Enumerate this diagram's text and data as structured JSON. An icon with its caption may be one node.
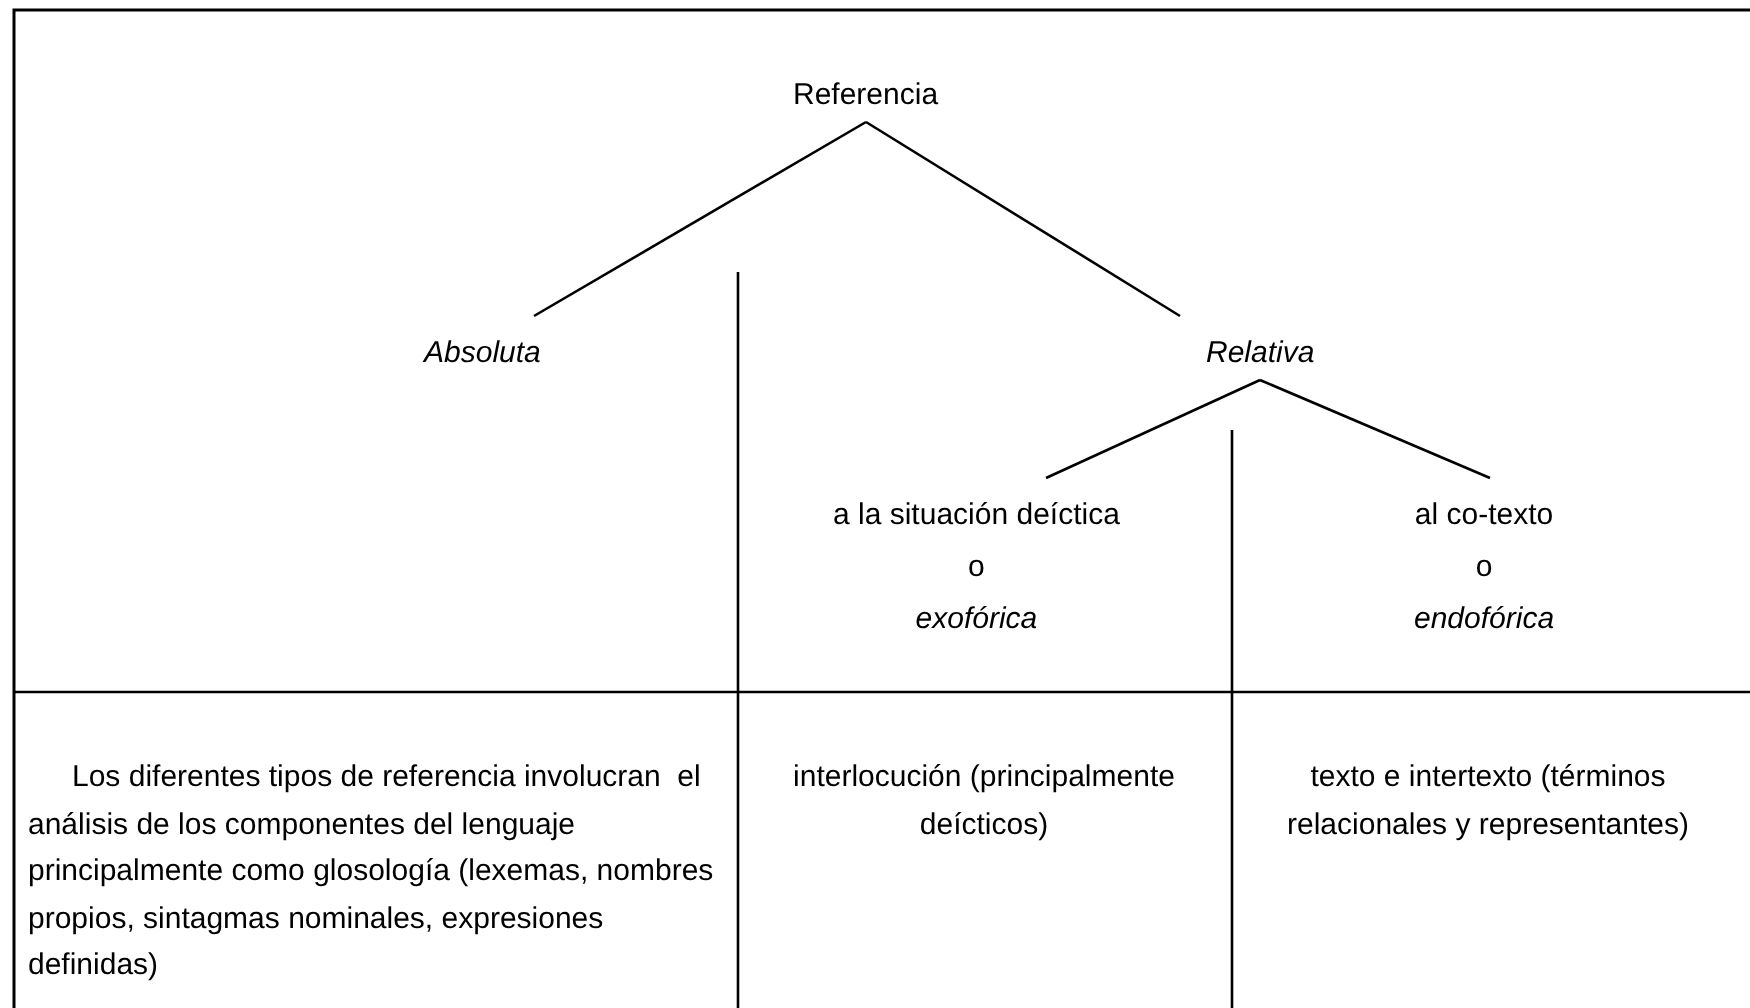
{
  "diagram": {
    "nodes": [
      {
        "text": [
          "Referencia"
        ]
      },
      {
        "text": [
          "Absoluta"
        ]
      },
      {
        "text": [
          "Relativa"
        ]
      },
      {
        "text": [
          "a la situación deíctica",
          "o",
          "exofórica"
        ]
      },
      {
        "text": [
          "al co-texto",
          "o",
          "endofórica"
        ]
      }
    ],
    "edges": [
      {
        "from": 0,
        "to": 1,
        "arrow": "none"
      },
      {
        "from": 0,
        "to": 2,
        "arrow": "none"
      },
      {
        "from": 2,
        "to": 3,
        "arrow": "none"
      },
      {
        "from": 2,
        "to": 4,
        "arrow": "none"
      }
    ],
    "labels": [
      "Los diferentes tipos de referencia involucran  el análisis de los componentes del lenguaje principalmente como glosología (lexemas, nombres propios, sintagmas nominales, expresiones definidas)",
      "interlocución (principalmente deícticos)",
      "texto e intertexto (términos relacionales y representantes)"
    ]
  }
}
